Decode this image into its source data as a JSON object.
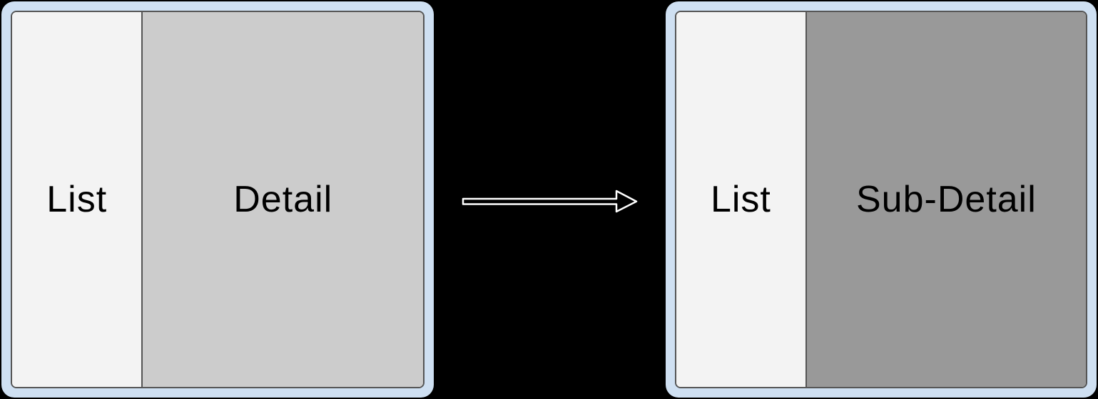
{
  "scene": {
    "background": "#000000",
    "kind": "list-detail navigation transition diagram"
  },
  "colors": {
    "device_frame": "#cfe0f2",
    "screen_border": "#555555",
    "list_pane_bg": "#f3f3f3",
    "detail_pane_bg": "#cccccc",
    "sub_detail_pane_bg": "#999999",
    "label_text": "#000000",
    "arrow_stroke": "#ffffff",
    "arrow_fill": "#000000"
  },
  "before": {
    "list_pane": {
      "label": "List",
      "bg": "#f3f3f3"
    },
    "detail_pane": {
      "label": "Detail",
      "bg": "#cccccc"
    }
  },
  "after": {
    "list_pane": {
      "label": "List",
      "bg": "#f3f3f3"
    },
    "detail_pane": {
      "label": "Sub-Detail",
      "bg": "#999999"
    }
  },
  "arrow": {
    "icon": "right-arrow",
    "direction": "right"
  }
}
